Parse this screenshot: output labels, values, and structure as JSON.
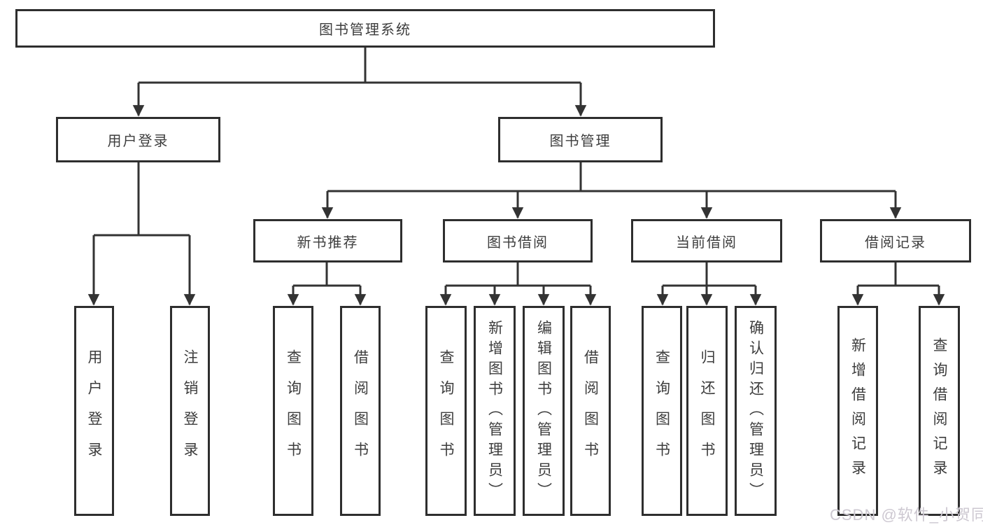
{
  "diagram": {
    "root": {
      "label": "图书管理系统"
    },
    "level2": [
      {
        "label": "用户登录"
      },
      {
        "label": "图书管理"
      }
    ],
    "level3": [
      {
        "label": "新书推荐"
      },
      {
        "label": "图书借阅"
      },
      {
        "label": "当前借阅"
      },
      {
        "label": "借阅记录"
      }
    ],
    "leaves": {
      "login": [
        "用户登录",
        "注销登录"
      ],
      "new_books": [
        "查询图书",
        "借阅图书"
      ],
      "borrowing": [
        "查询图书",
        "新增图书（管理员）",
        "编辑图书（管理员）",
        "借阅图书"
      ],
      "current": [
        "查询图书",
        "归还图书",
        "确认归还（管理员）"
      ],
      "records": [
        "新增借阅记录",
        "查询借阅记录"
      ]
    },
    "colors": {
      "line": "#333333",
      "border": "#2e2e2e",
      "text": "#3d3d3d",
      "background": "#ffffff",
      "watermark": "#cdc8d1"
    }
  },
  "watermark": {
    "text": "CSDN @软件_小贺同学"
  }
}
